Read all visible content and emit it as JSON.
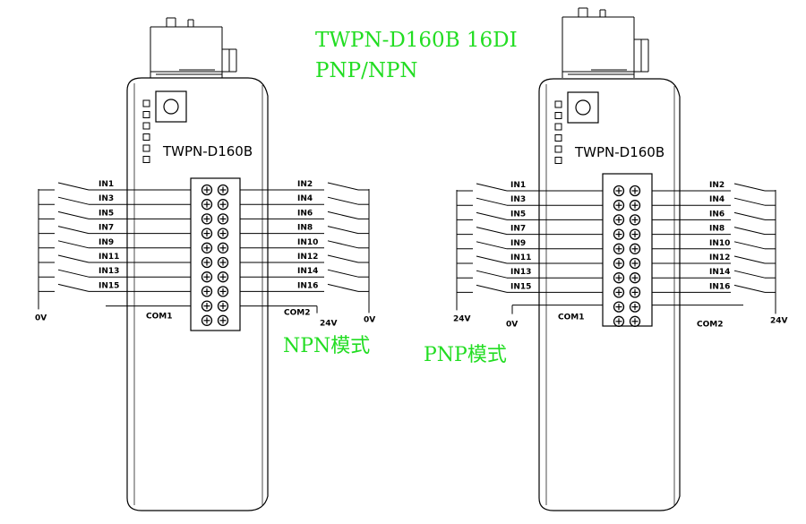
{
  "title": {
    "line1": "TWPN-D160B 16DI",
    "line2": "PNP/NPN",
    "color": "#22dd22"
  },
  "diagrams": [
    {
      "id": "npn",
      "mode_label": "NPN模式",
      "model": "TWPN-D160B",
      "left_inputs": [
        "IN1",
        "IN3",
        "IN5",
        "IN7",
        "IN9",
        "IN11",
        "IN13",
        "IN15"
      ],
      "right_inputs": [
        "IN2",
        "IN4",
        "IN6",
        "IN8",
        "IN10",
        "IN12",
        "IN14",
        "IN16"
      ],
      "com_left": "COM1",
      "com_right": "COM2",
      "left_rail": "0V",
      "right_rail": "0V",
      "supply": "24V"
    },
    {
      "id": "pnp",
      "mode_label": "PNP模式",
      "model": "TWPN-D160B",
      "left_inputs": [
        "IN1",
        "IN3",
        "IN5",
        "IN7",
        "IN9",
        "IN11",
        "IN13",
        "IN15"
      ],
      "right_inputs": [
        "IN2",
        "IN4",
        "IN6",
        "IN8",
        "IN10",
        "IN12",
        "IN14",
        "IN16"
      ],
      "com_left": "COM1",
      "com_right": "COM2",
      "left_rail": "24V",
      "right_rail": "24V",
      "supply": "0V"
    }
  ]
}
